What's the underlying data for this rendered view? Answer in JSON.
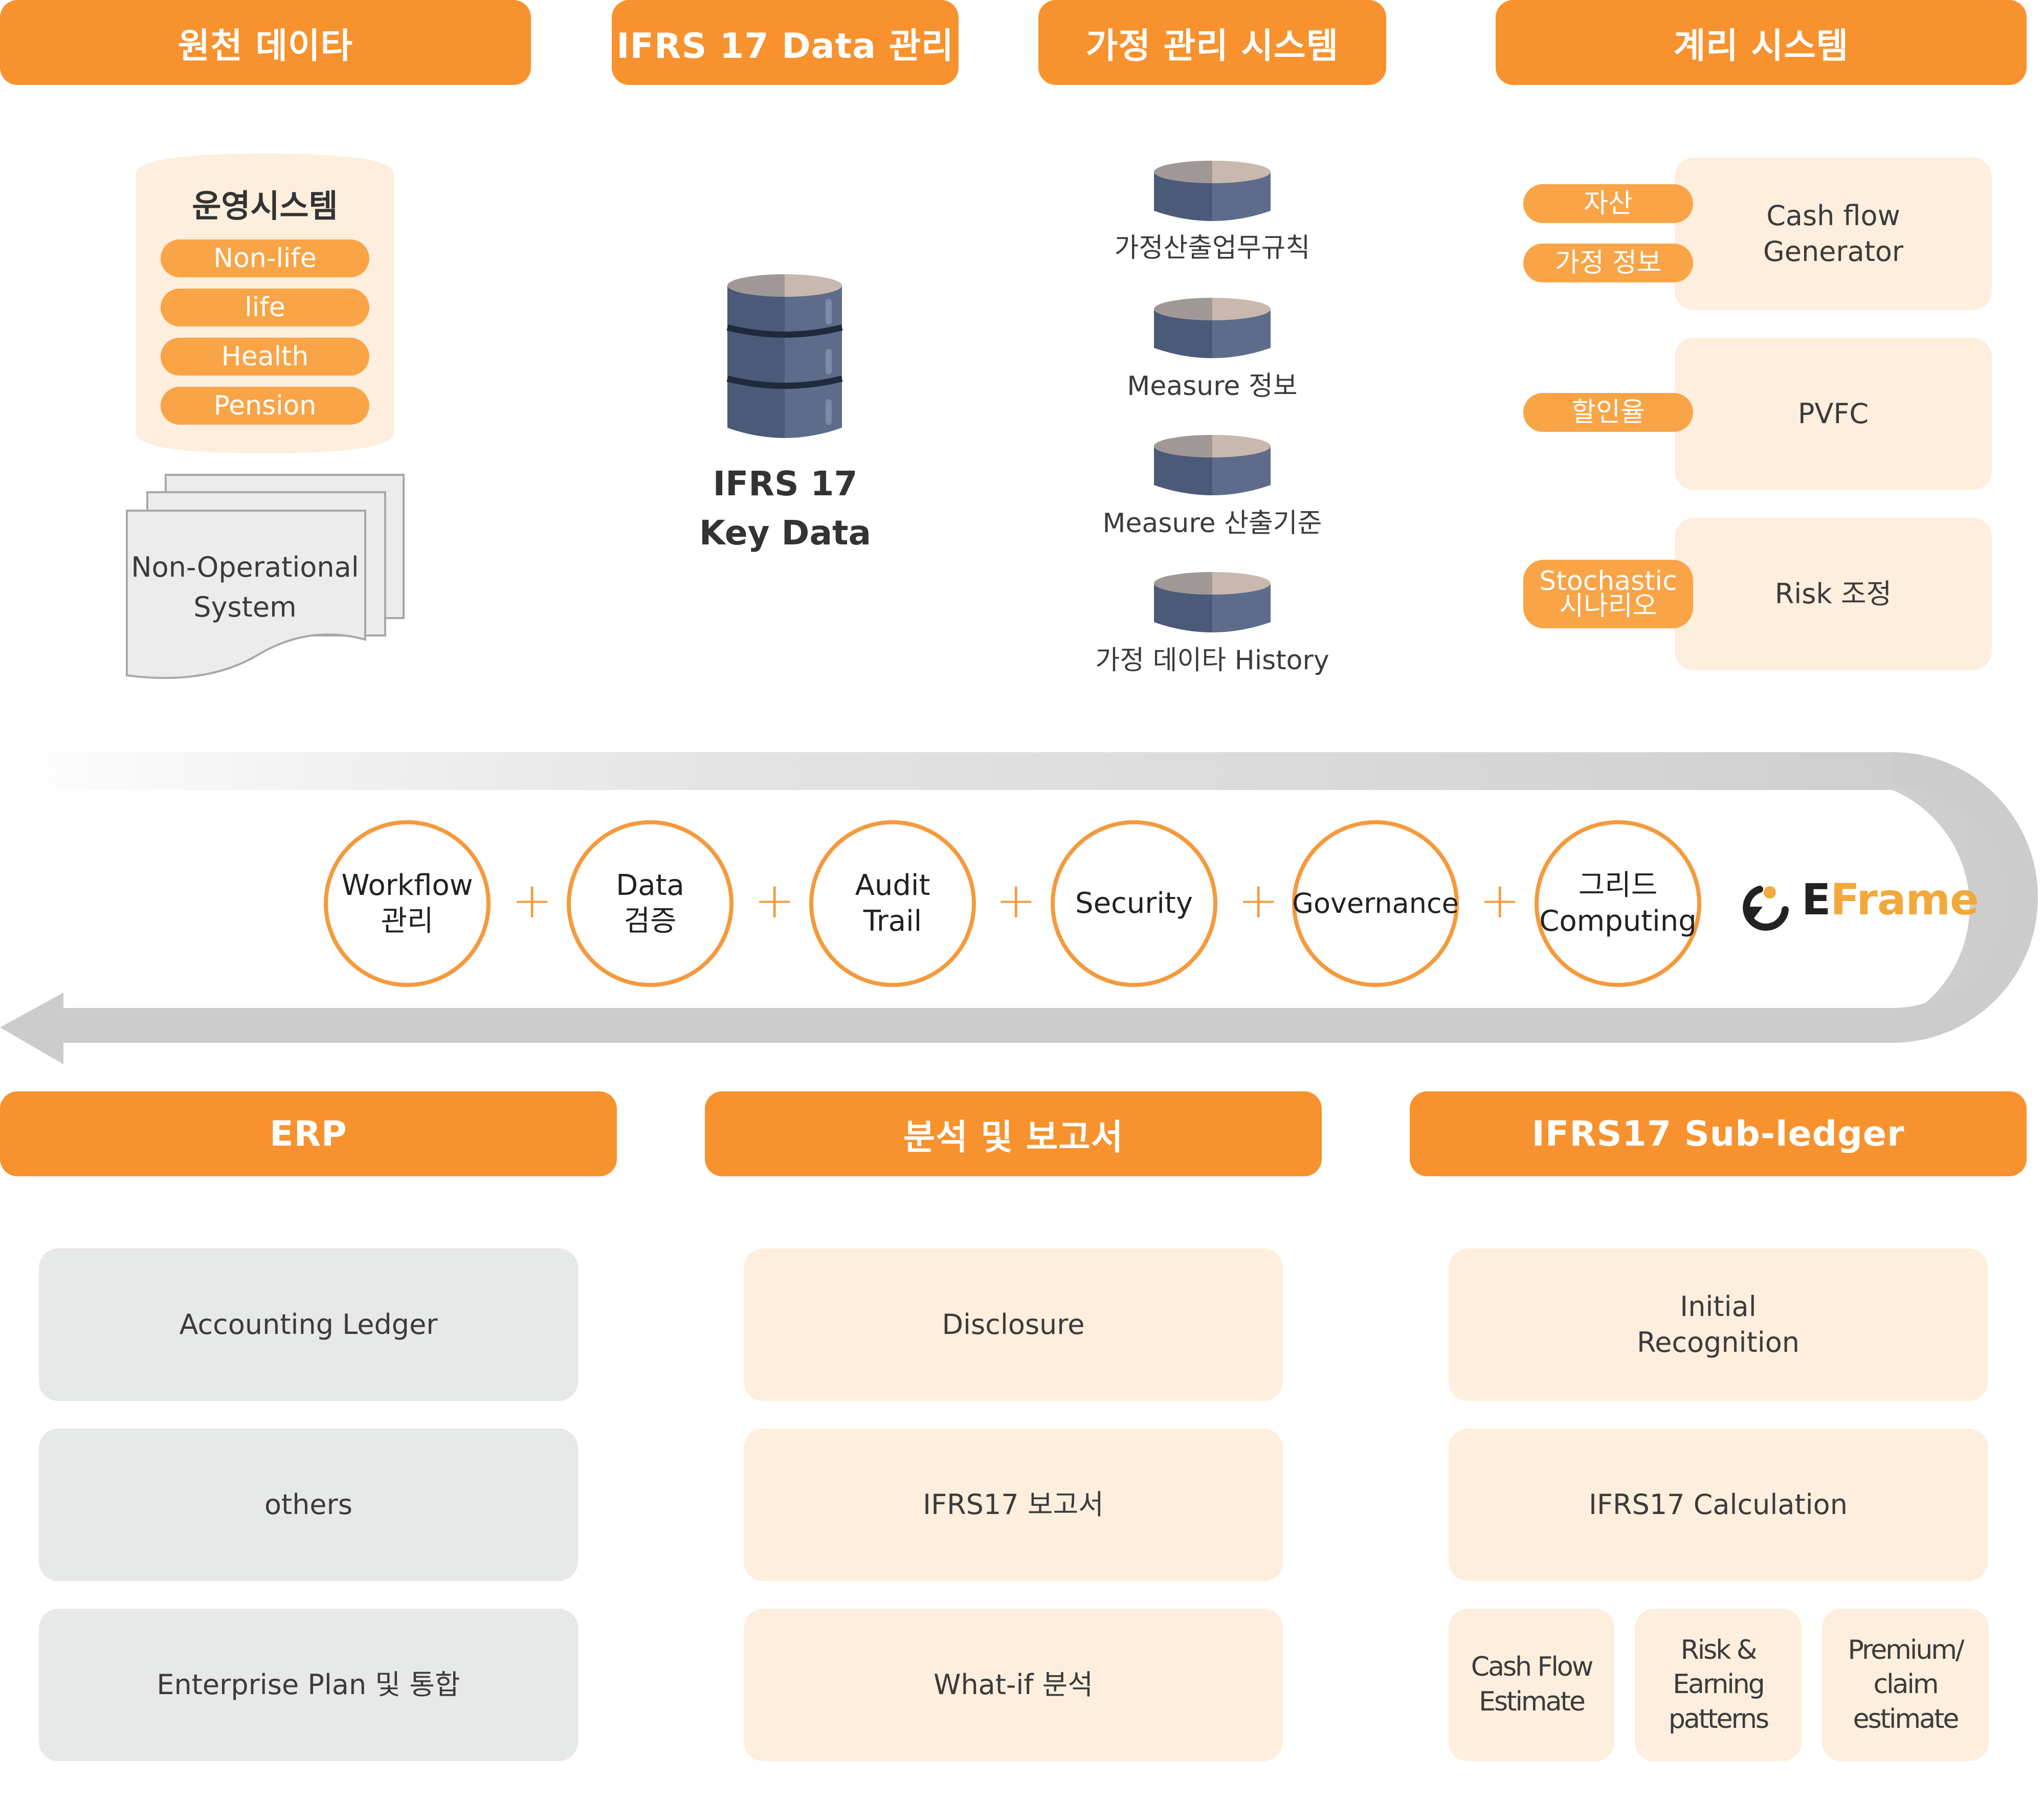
{
  "headers_top": [
    "원천 데이타",
    "IFRS 17 Data 관리",
    "가정 관리 시스템",
    "계리 시스템"
  ],
  "source": {
    "ops_title": "운영시스템",
    "ops_items": [
      "Non-life",
      "life",
      "Health",
      "Pension"
    ],
    "non_operational": "Non-Operational\nSystem"
  },
  "key_data": "IFRS 17\nKey Data",
  "assumption_dbs": [
    "가정산출업무규칙",
    "Measure 정보",
    "Measure 산출기준",
    "가정 데이타 History"
  ],
  "actuarial": {
    "tags": [
      "자산",
      "가정 정보",
      "할인율",
      "Stochastic\n시나리오"
    ],
    "cards": [
      "Cash flow\nGenerator",
      "PVFC",
      "Risk 조정"
    ]
  },
  "platform": {
    "circles": [
      "Workflow\n관리",
      "Data\n검증",
      "Audit\nTrail",
      "Security",
      "Governance",
      "그리드\nComputing"
    ],
    "plus": "+",
    "logo_e": "E",
    "logo_frame": "Frame",
    "colors": {
      "accent": "#f7922e",
      "arrow": "#cccccc",
      "logo_dark": "#222222",
      "logo_gold": "#f2a93b"
    }
  },
  "headers_bottom": [
    "ERP",
    "분석 및 보고서",
    "IFRS17 Sub-ledger"
  ],
  "erp": [
    "Accounting  Ledger",
    "others",
    "Enterprise Plan 및 통합"
  ],
  "reports": [
    "Disclosure",
    "IFRS17 보고서",
    "What-if 분석"
  ],
  "subledger": {
    "top": [
      "Initial\nRecognition",
      "IFRS17 Calculation"
    ],
    "bottom": [
      "Cash Flow\nEstimate",
      "Risk & Earning\npatterns",
      "Premium/\nclaim estimate"
    ]
  }
}
